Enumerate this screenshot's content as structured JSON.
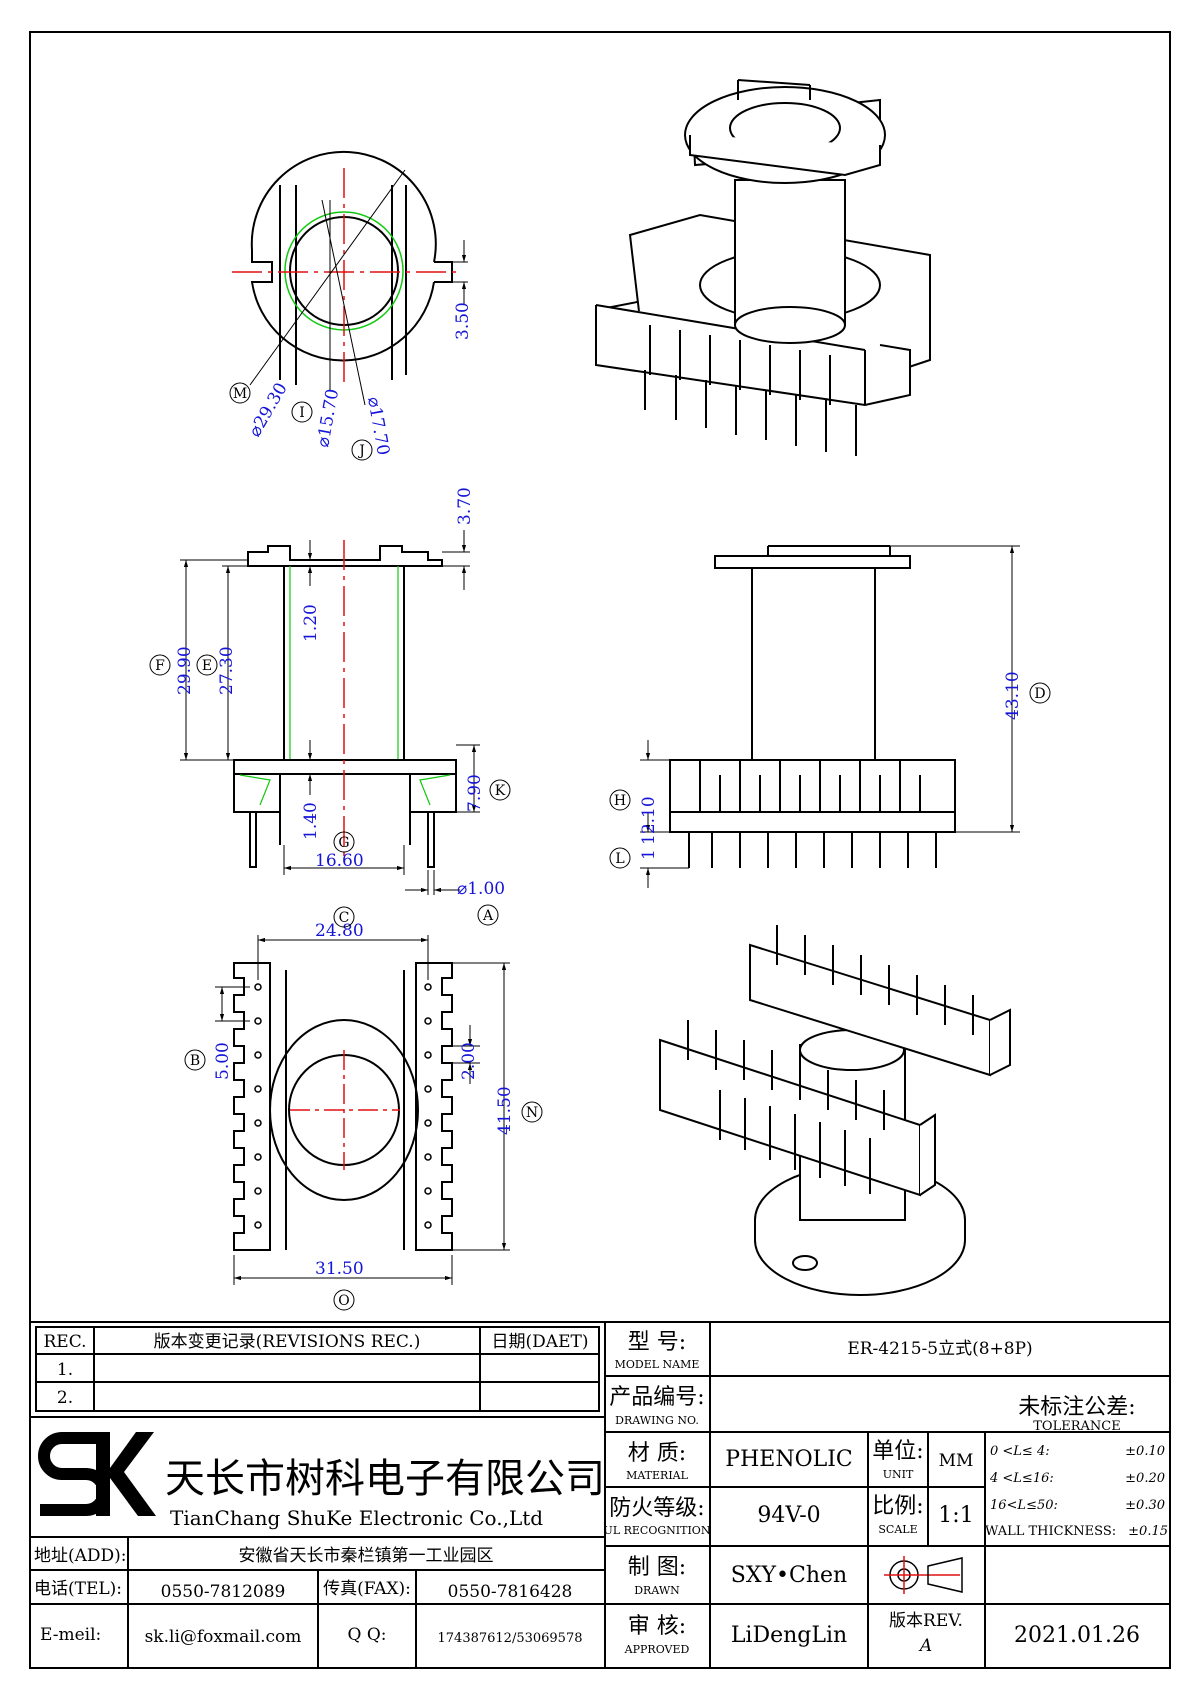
{
  "drawing": {
    "top_view": {
      "dims": [
        "3.50",
        "⌀29.30",
        "⌀15.70",
        "⌀17.70"
      ],
      "callouts": [
        "M",
        "I",
        "J"
      ]
    },
    "front_view": {
      "dims": [
        "3.70",
        "29.90",
        "27.30",
        "1.20",
        "1.40",
        "7.90",
        "16.60",
        "⌀1.00"
      ],
      "callouts": [
        "F",
        "E",
        "K",
        "G",
        "A"
      ]
    },
    "side_view": {
      "dims": [
        "43.10",
        "12.10",
        "1"
      ],
      "callouts": [
        "D",
        "H",
        "L"
      ]
    },
    "bottom_view": {
      "dims": [
        "24.80",
        "5.00",
        "2.00",
        "41.50",
        "31.50"
      ],
      "callouts": [
        "C",
        "B",
        "N",
        "O"
      ]
    }
  },
  "title_block": {
    "revisions": {
      "rec_label": "REC.",
      "desc_header": "版本变更记录(REVISIONS REC.)",
      "date_header": "日期(DAET)",
      "rows": [
        "1.",
        "2."
      ]
    },
    "company": {
      "logo": "SK",
      "name_cn": "天长市树科电子有限公司",
      "name_en": "TianChang ShuKe Electronic Co.,Ltd"
    },
    "contact": {
      "addr_label": "地址(ADD):",
      "addr": "安徽省天长市秦栏镇第一工业园区",
      "tel_label": "电话(TEL):",
      "tel": "0550-7812089",
      "fax_label": "传真(FAX):",
      "fax": "0550-7816428",
      "email_label": "E-meil:",
      "email": "sk.li@foxmail.com",
      "qq_label": "Q Q:",
      "qq": "174387612/53069578"
    },
    "fields": {
      "model_cn": "型 号:",
      "model_en": "MODEL NAME",
      "model_value": "ER-4215-5立式(8+8P)",
      "drawing_cn": "产品编号:",
      "drawing_en": "DRAWING NO.",
      "drawing_value": "",
      "material_cn": "材 质:",
      "material_en": "MATERIAL",
      "material_value": "PHENOLIC",
      "unit_cn": "单位:",
      "unit_en": "UNIT",
      "unit_value": "MM",
      "ul_cn": "防火等级:",
      "ul_en": "UL RECOGNITION",
      "ul_value": "94V-0",
      "scale_cn": "比例:",
      "scale_en": "SCALE",
      "scale_value": "1:1",
      "drawn_cn": "制 图:",
      "drawn_en": "DRAWN",
      "drawn_value": "SXY•Chen",
      "approved_cn": "审 核:",
      "approved_en": "APPROVED",
      "approved_value": "LiDengLin",
      "rev_cn": "版本REV.",
      "rev_value": "A",
      "date_value": "2021.01.26"
    },
    "tolerance": {
      "title_cn": "未标注公差:",
      "title_en": "TOLERANCE",
      "rows": [
        {
          "range": "0 <L≤ 4:",
          "value": "±0.10"
        },
        {
          "range": "4 <L≤16:",
          "value": "±0.20"
        },
        {
          "range": "16<L≤50:",
          "value": "±0.30"
        },
        {
          "range": "WALL THICKNESS:",
          "value": "±0.15"
        }
      ]
    }
  },
  "colors": {
    "dimension": "#1515d8",
    "centerline": "#e01010",
    "inner_line": "#10c810",
    "outline": "#000000"
  }
}
